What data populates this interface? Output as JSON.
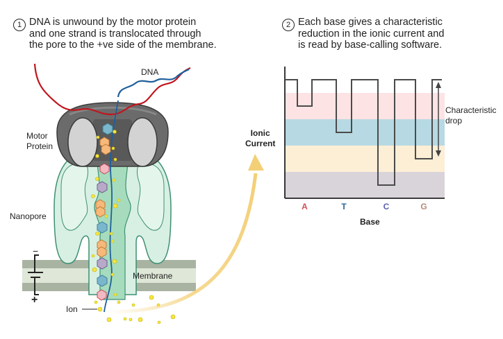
{
  "steps": [
    {
      "number": "1",
      "lines": [
        "DNA is unwound by the motor protein",
        "and one strand is translocated through",
        "the pore to the +ve side of the membrane."
      ]
    },
    {
      "number": "2",
      "lines": [
        "Each base gives a characteristic",
        "reduction in the ionic current and",
        "is read by base-calling software."
      ]
    }
  ],
  "illustration_labels": {
    "dna": "DNA",
    "motor_protein": [
      "Motor",
      "Protein"
    ],
    "nanopore": "Nanopore",
    "membrane": "Membrane",
    "ion": "Ion",
    "minus": "−",
    "plus": "+"
  },
  "colors": {
    "dna_red": "#c0161e",
    "dna_blue": "#1f5f9a",
    "motor_dark": "#6b6b6b",
    "motor_light": "#d3d3d3",
    "pore_fill": "#d7f0e3",
    "pore_inner": "#a6dcbd",
    "pore_stroke": "#3f8f72",
    "membrane_dark": "#a9b3a2",
    "membrane_light": "#dfe7d8",
    "ion": "#f5e642",
    "arrow": "#f3cf76"
  },
  "chart_data": {
    "type": "line",
    "title": "",
    "ylabel": "Ionic Current",
    "xlabel": "Base",
    "categories": [
      "A",
      "T",
      "C",
      "G"
    ],
    "category_colors": [
      "#d1505a",
      "#2b6a9c",
      "#5b5fb5",
      "#b58a78"
    ],
    "baseline_level": 0,
    "drops": [
      {
        "base": "A",
        "drop": 1.0,
        "band": "pink"
      },
      {
        "base": "T",
        "drop": 2.0,
        "band": "blue"
      },
      {
        "base": "C",
        "drop": 4.0,
        "band": "purple"
      },
      {
        "base": "G",
        "drop": 3.0,
        "band": "cream"
      }
    ],
    "bands": [
      {
        "name": "pink",
        "from": 0.5,
        "to": 1.5,
        "color": "#fde3e3"
      },
      {
        "name": "blue",
        "from": 1.5,
        "to": 2.5,
        "color": "#b7d9e3"
      },
      {
        "name": "cream",
        "from": 2.5,
        "to": 3.5,
        "color": "#fdeed6"
      },
      {
        "name": "purple",
        "from": 3.5,
        "to": 4.5,
        "color": "#d9d3da"
      }
    ],
    "annotation": [
      "Characteristic",
      "drop"
    ],
    "grid": false
  }
}
